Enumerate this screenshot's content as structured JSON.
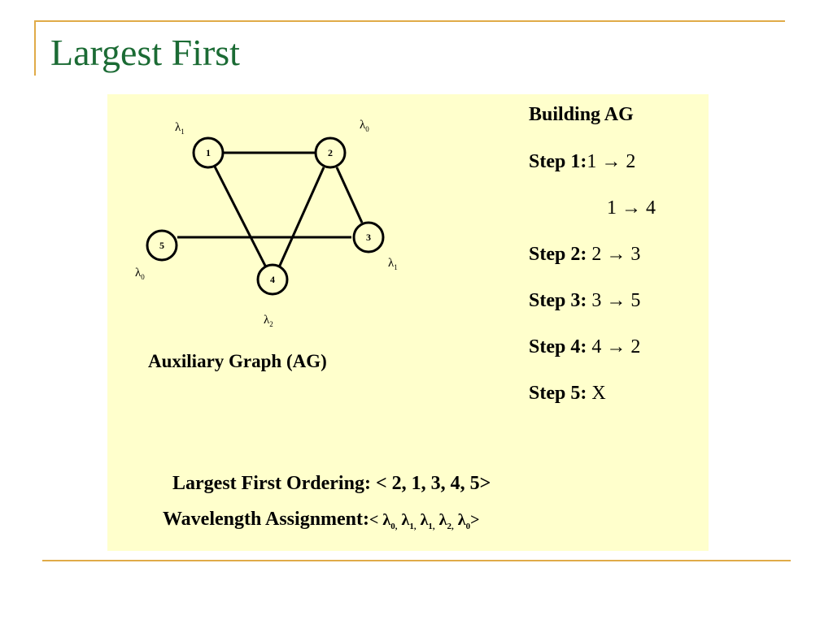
{
  "title": "Largest First",
  "graph": {
    "caption": "Auxiliary Graph (AG)",
    "nodes": [
      {
        "id": "1",
        "lambda_sym": "λ",
        "lambda_sub": "1"
      },
      {
        "id": "2",
        "lambda_sym": "λ",
        "lambda_sub": "0"
      },
      {
        "id": "3",
        "lambda_sym": "λ",
        "lambda_sub": "1"
      },
      {
        "id": "4",
        "lambda_sym": "λ",
        "lambda_sub": "2"
      },
      {
        "id": "5",
        "lambda_sym": "λ",
        "lambda_sub": "0"
      }
    ],
    "edges": [
      [
        "1",
        "2"
      ],
      [
        "1",
        "4"
      ],
      [
        "2",
        "4"
      ],
      [
        "2",
        "3"
      ],
      [
        "5",
        "3"
      ]
    ]
  },
  "steps": {
    "heading": "Building AG",
    "items": [
      {
        "label": "Step 1:",
        "text": "1 → 2"
      },
      {
        "label": "",
        "text": "1 → 4"
      },
      {
        "label": "Step 2:",
        "text": " 2 → 3"
      },
      {
        "label": "Step 3:",
        "text": " 3 → 5"
      },
      {
        "label": "Step 4:",
        "text": " 4 → 2"
      },
      {
        "label": "Step 5:",
        "text": " X"
      }
    ]
  },
  "ordering": {
    "label": "Largest First Ordering:",
    "value": "< 2, 1, 3, 4, 5>"
  },
  "assignment": {
    "label": "Wavelength Assignment:",
    "open": "<",
    "close": ">",
    "values": [
      {
        "sym": "λ",
        "sub": "0,"
      },
      {
        "sym": "λ",
        "sub": "1,"
      },
      {
        "sym": "λ",
        "sub": "1,"
      },
      {
        "sym": "λ",
        "sub": "2,"
      },
      {
        "sym": "λ",
        "sub": "0"
      }
    ]
  },
  "colors": {
    "title": "#1b6b34",
    "accent": "#e0ab48",
    "panel": "#ffffcc"
  }
}
